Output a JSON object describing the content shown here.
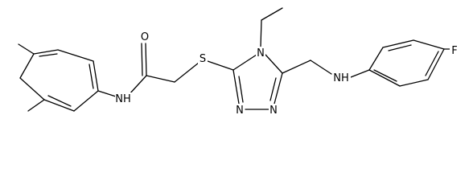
{
  "molecule": {
    "atom_labels": {
      "amide_oxygen": "O",
      "amide_nitrogen": "N",
      "amide_hydrogen": "H",
      "sulfur": "S",
      "ring_nitrogen_ethyl": "N",
      "ring_nitrogen_left": "N",
      "ring_nitrogen_right": "N",
      "amine_nitrogen": "N",
      "amine_hydrogen": "H",
      "fluorine": "F"
    },
    "colors": {
      "bonds": "#000000",
      "labels": "#000000",
      "background": "#ffffff"
    }
  }
}
